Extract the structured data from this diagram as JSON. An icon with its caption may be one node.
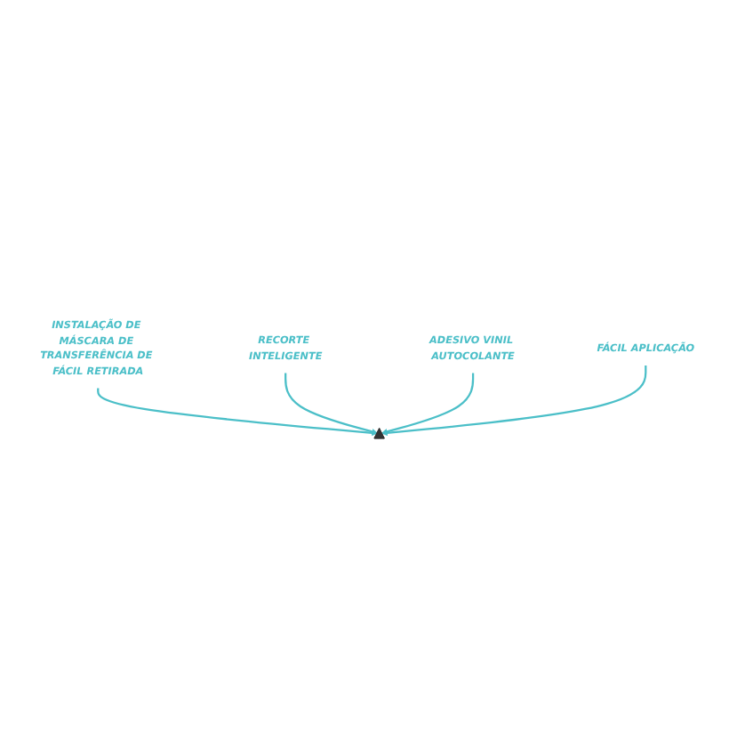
{
  "diagram": {
    "nodes": [
      {
        "text": [
          "INSTALAÇÃO DE MÁSCARA DE TRANSFERÊNCIA DE FÁCIL RETIRADA"
        ]
      },
      {
        "text": [
          "RECORTE INTELIGENTE"
        ]
      },
      {
        "text": [],
        "shape": "triangle"
      },
      {
        "text": [
          "ADESIVO VINIL AUTOCOLANTE"
        ]
      },
      {
        "text": [
          "FÁCIL APLICAÇÃO"
        ]
      }
    ],
    "edges": [
      {
        "from": 0,
        "to": 2,
        "arrow": "to"
      },
      {
        "from": 1,
        "to": 2,
        "arrow": "to"
      },
      {
        "from": 3,
        "to": 2,
        "arrow": "to"
      },
      {
        "from": 4,
        "to": 2,
        "arrow": "to"
      }
    ]
  }
}
